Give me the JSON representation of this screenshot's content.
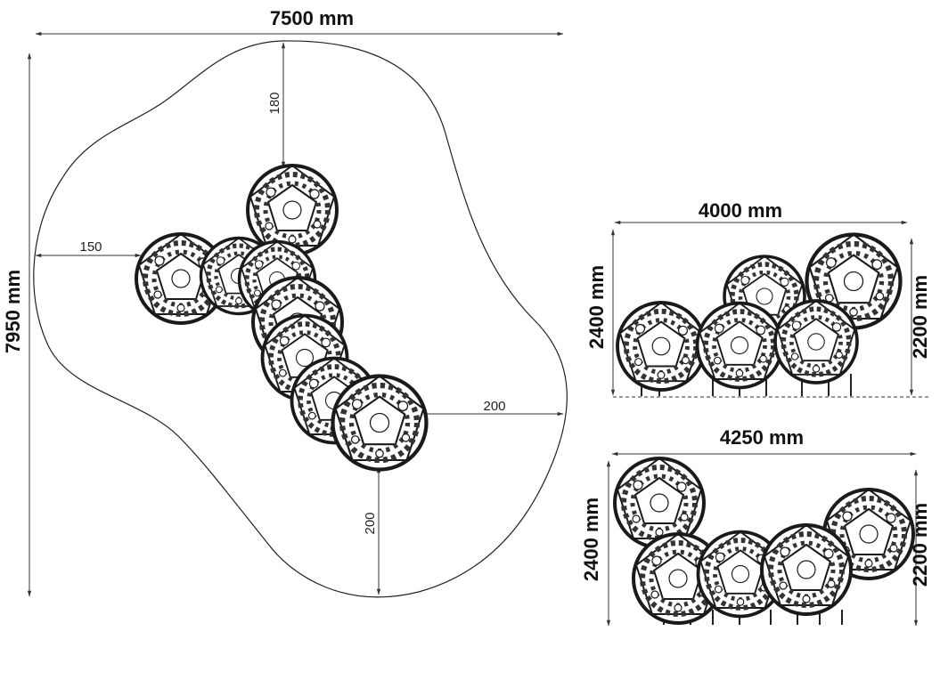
{
  "plan_view": {
    "overall_width": "7500 mm",
    "overall_depth": "7950 mm",
    "clearance_top": "180",
    "clearance_left": "150",
    "clearance_right": "200",
    "clearance_bottom": "200"
  },
  "elevation_front": {
    "width": "4000 mm",
    "height_left": "2400 mm",
    "height_right": "2200 mm"
  },
  "elevation_side": {
    "width": "4250 mm",
    "height_left": "2400 mm",
    "height_right": "2200 mm"
  },
  "colors": {
    "structure": "#1a1a1a",
    "background": "#ffffff"
  }
}
